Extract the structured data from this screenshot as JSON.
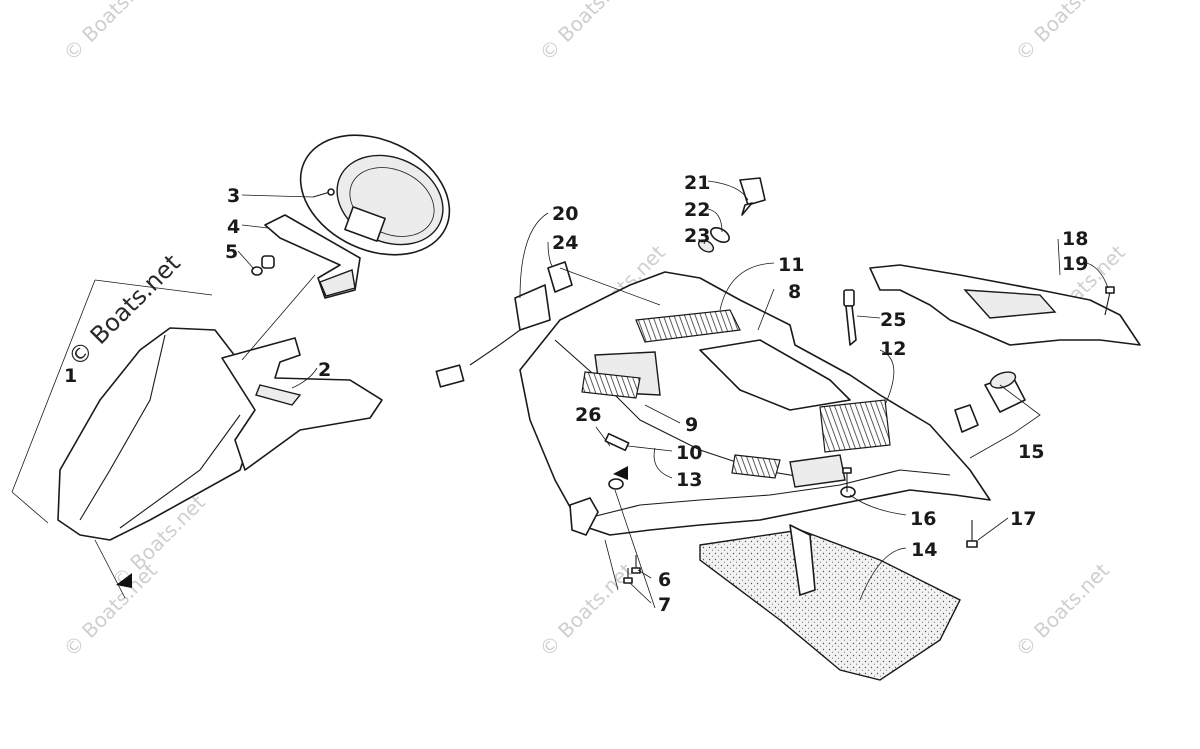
{
  "watermark": "© Boats.net",
  "callouts": [
    "1",
    "2",
    "3",
    "4",
    "5",
    "6",
    "7",
    "8",
    "9",
    "10",
    "11",
    "12",
    "13",
    "14",
    "15",
    "16",
    "17",
    "18",
    "19",
    "20",
    "21",
    "22",
    "23",
    "24",
    "25",
    "26"
  ],
  "icons": [
    "arrow-marker-icon"
  ]
}
